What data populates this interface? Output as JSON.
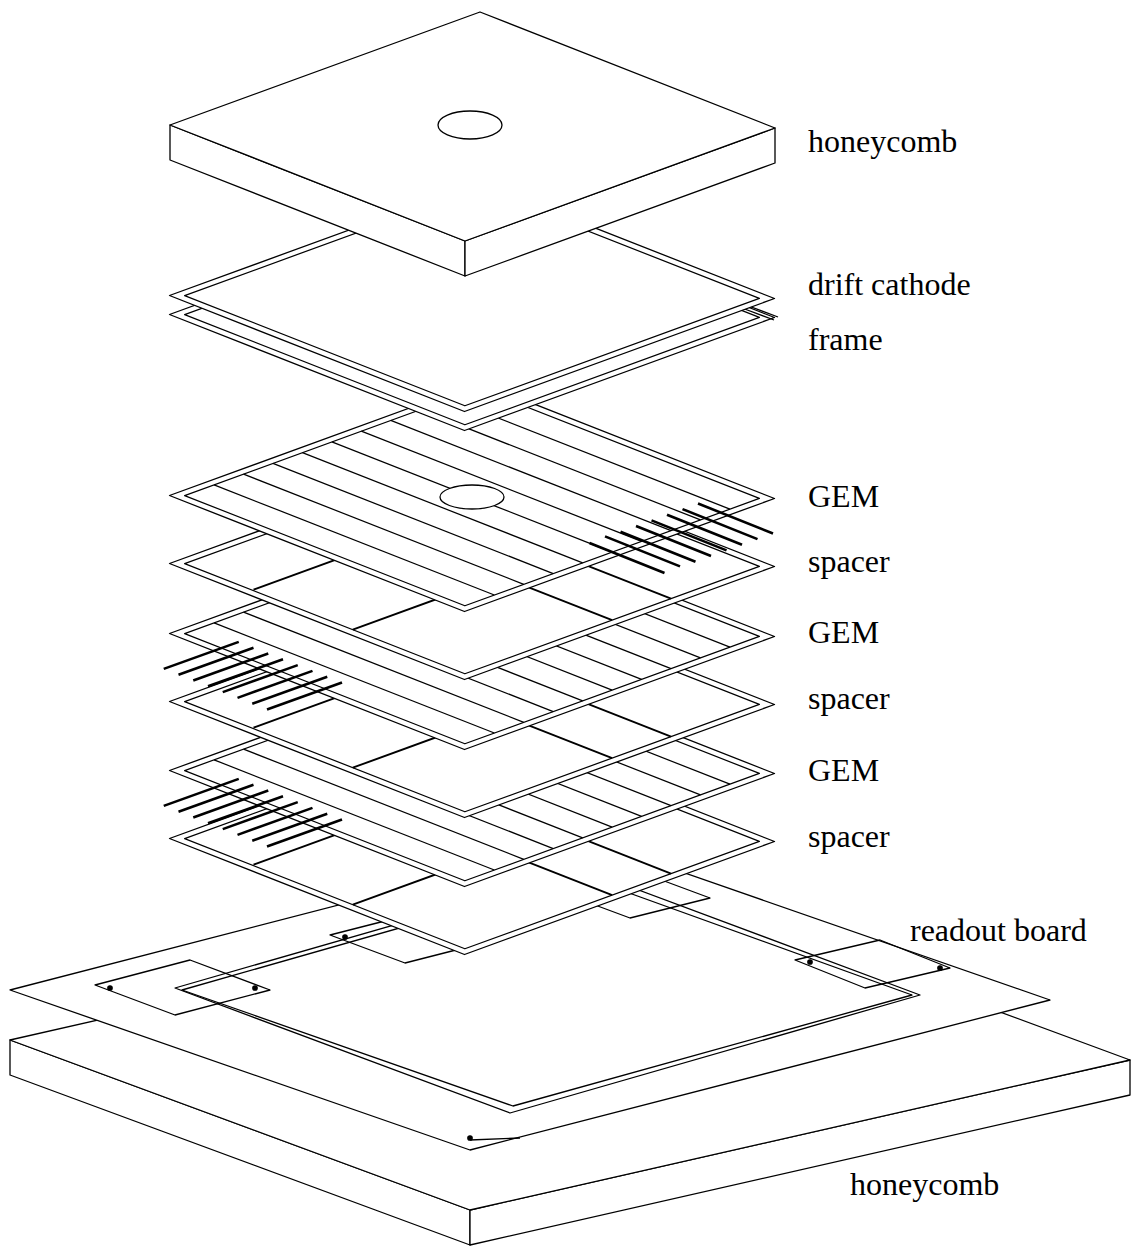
{
  "diagram": {
    "labels": [
      "honeycomb",
      "drift cathode",
      "frame",
      "GEM",
      "spacer",
      "GEM",
      "spacer",
      "GEM",
      "spacer",
      "readout  board",
      "honeycomb"
    ]
  }
}
